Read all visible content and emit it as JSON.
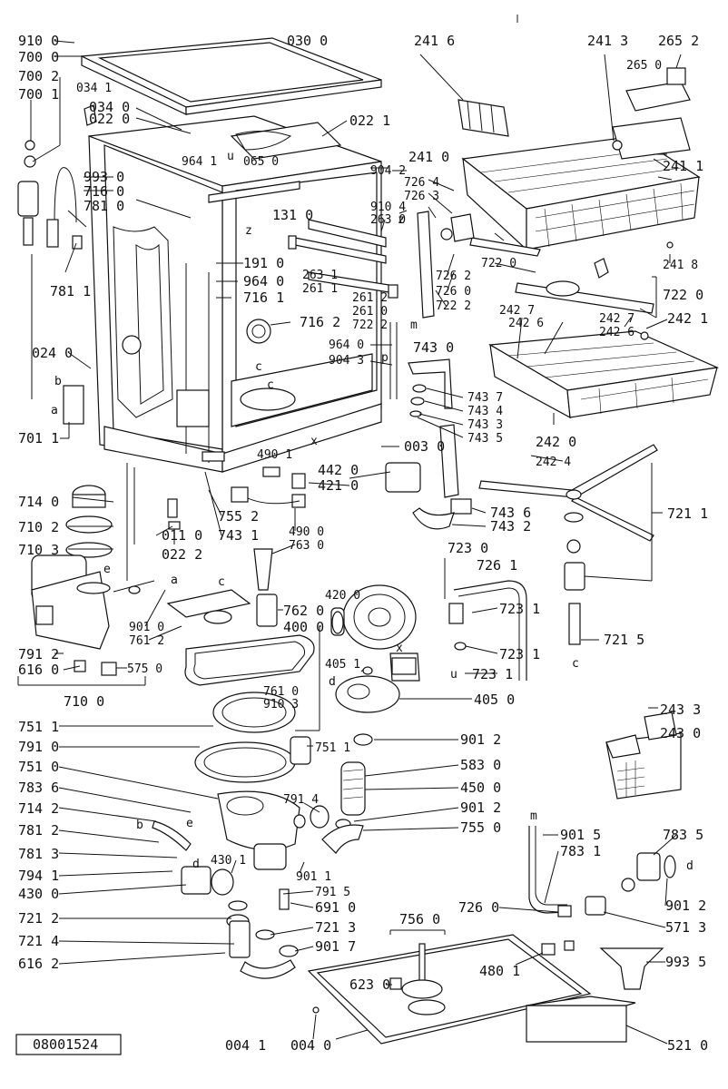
{
  "document_code": "08001524",
  "labels": [
    "910 0",
    "700 0",
    "700 2",
    "700 1",
    "034 1",
    "034 0",
    "022 0",
    "030 0",
    "022 1",
    "241 6",
    "241 3",
    "265 2",
    "265 0",
    "241 0",
    "241 1",
    "726 4",
    "726 3",
    "904 2",
    "910 4",
    "263 0",
    "964 1",
    "065 0",
    "131 0",
    "993 0",
    "716 0",
    "781 0",
    "781 1",
    "191 0",
    "964 0",
    "716 1",
    "716 2",
    "263 1",
    "261 1",
    "261 2",
    "261 0",
    "722 2",
    "726 2",
    "726 0",
    "722 0",
    "722 2",
    "241 8",
    "722 0",
    "242 7",
    "242 6",
    "242 7",
    "242 6",
    "242 1",
    "024 0",
    "964 0",
    "904 3",
    "743 0",
    "743 7",
    "743 4",
    "743 3",
    "743 5",
    "242 0",
    "701 1",
    "003 0",
    "490 1",
    "442 0",
    "421 0",
    "242 4",
    "714 0",
    "011 0",
    "755 2",
    "743 1",
    "743 6",
    "721 1",
    "710 2",
    "490 0",
    "763 0",
    "743 2",
    "710 3",
    "022 2",
    "723 0",
    "726 1",
    "420 0",
    "762 0",
    "901 0",
    "761 2",
    "400 0",
    "723 1",
    "791 2",
    "616 0",
    "575 0",
    "405 1",
    "723 1",
    "723 1",
    "721 5",
    "761 0",
    "910 3",
    "405 0",
    "710 0",
    "243 3",
    "243 0",
    "751 1",
    "901 2",
    "791 0",
    "751 1",
    "583 0",
    "751 0",
    "450 0",
    "783 6",
    "791 4",
    "901 2",
    "714 2",
    "755 0",
    "781 2",
    "781 3",
    "430 1",
    "901 5",
    "783 5",
    "783 1",
    "794 1",
    "901 1",
    "430 0",
    "791 5",
    "901 2",
    "726 0",
    "691 0",
    "571 3",
    "721 2",
    "721 3",
    "756 0",
    "721 4",
    "901 7",
    "616 2",
    "480 1",
    "993 5",
    "623 0",
    "004 1",
    "004 0",
    "521 0"
  ],
  "letters": [
    "u",
    "z",
    "z",
    "c",
    "m",
    "p",
    "b",
    "a",
    "x",
    "a",
    "c",
    "e",
    "c",
    "d",
    "x",
    "u",
    "d",
    "b",
    "e",
    "m",
    "d",
    "c"
  ]
}
